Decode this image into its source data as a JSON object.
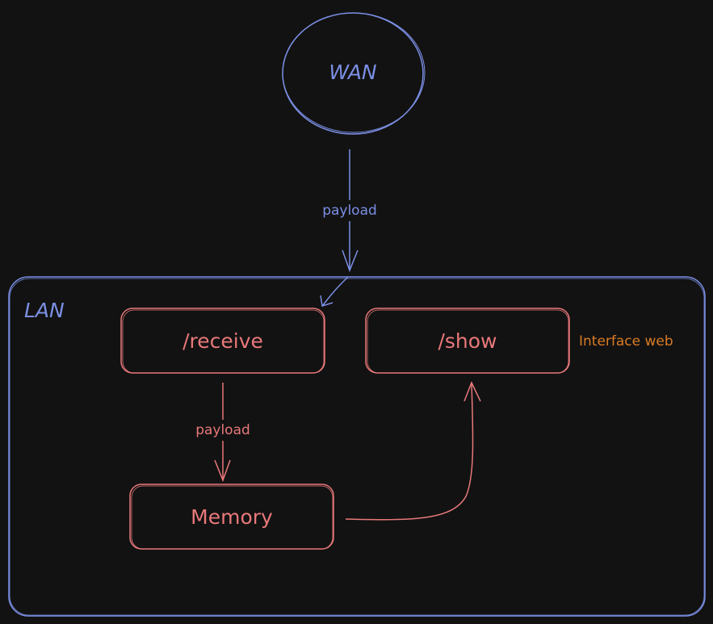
{
  "colors": {
    "background": "#121212",
    "wan": "#7b8fe4",
    "lan": "#7b8fe4",
    "node": "#e8787a",
    "annotation": "#d97b24"
  },
  "nodes": {
    "wan": {
      "label": "WAN"
    },
    "lan": {
      "label": "LAN"
    },
    "receive": {
      "label": "/receive"
    },
    "show": {
      "label": "/show"
    },
    "memory": {
      "label": "Memory"
    }
  },
  "edges": {
    "wan_to_lan": {
      "label": "payload"
    },
    "receive_to_memory": {
      "label": "payload"
    }
  },
  "annotations": {
    "interface_web": "Interface web"
  }
}
